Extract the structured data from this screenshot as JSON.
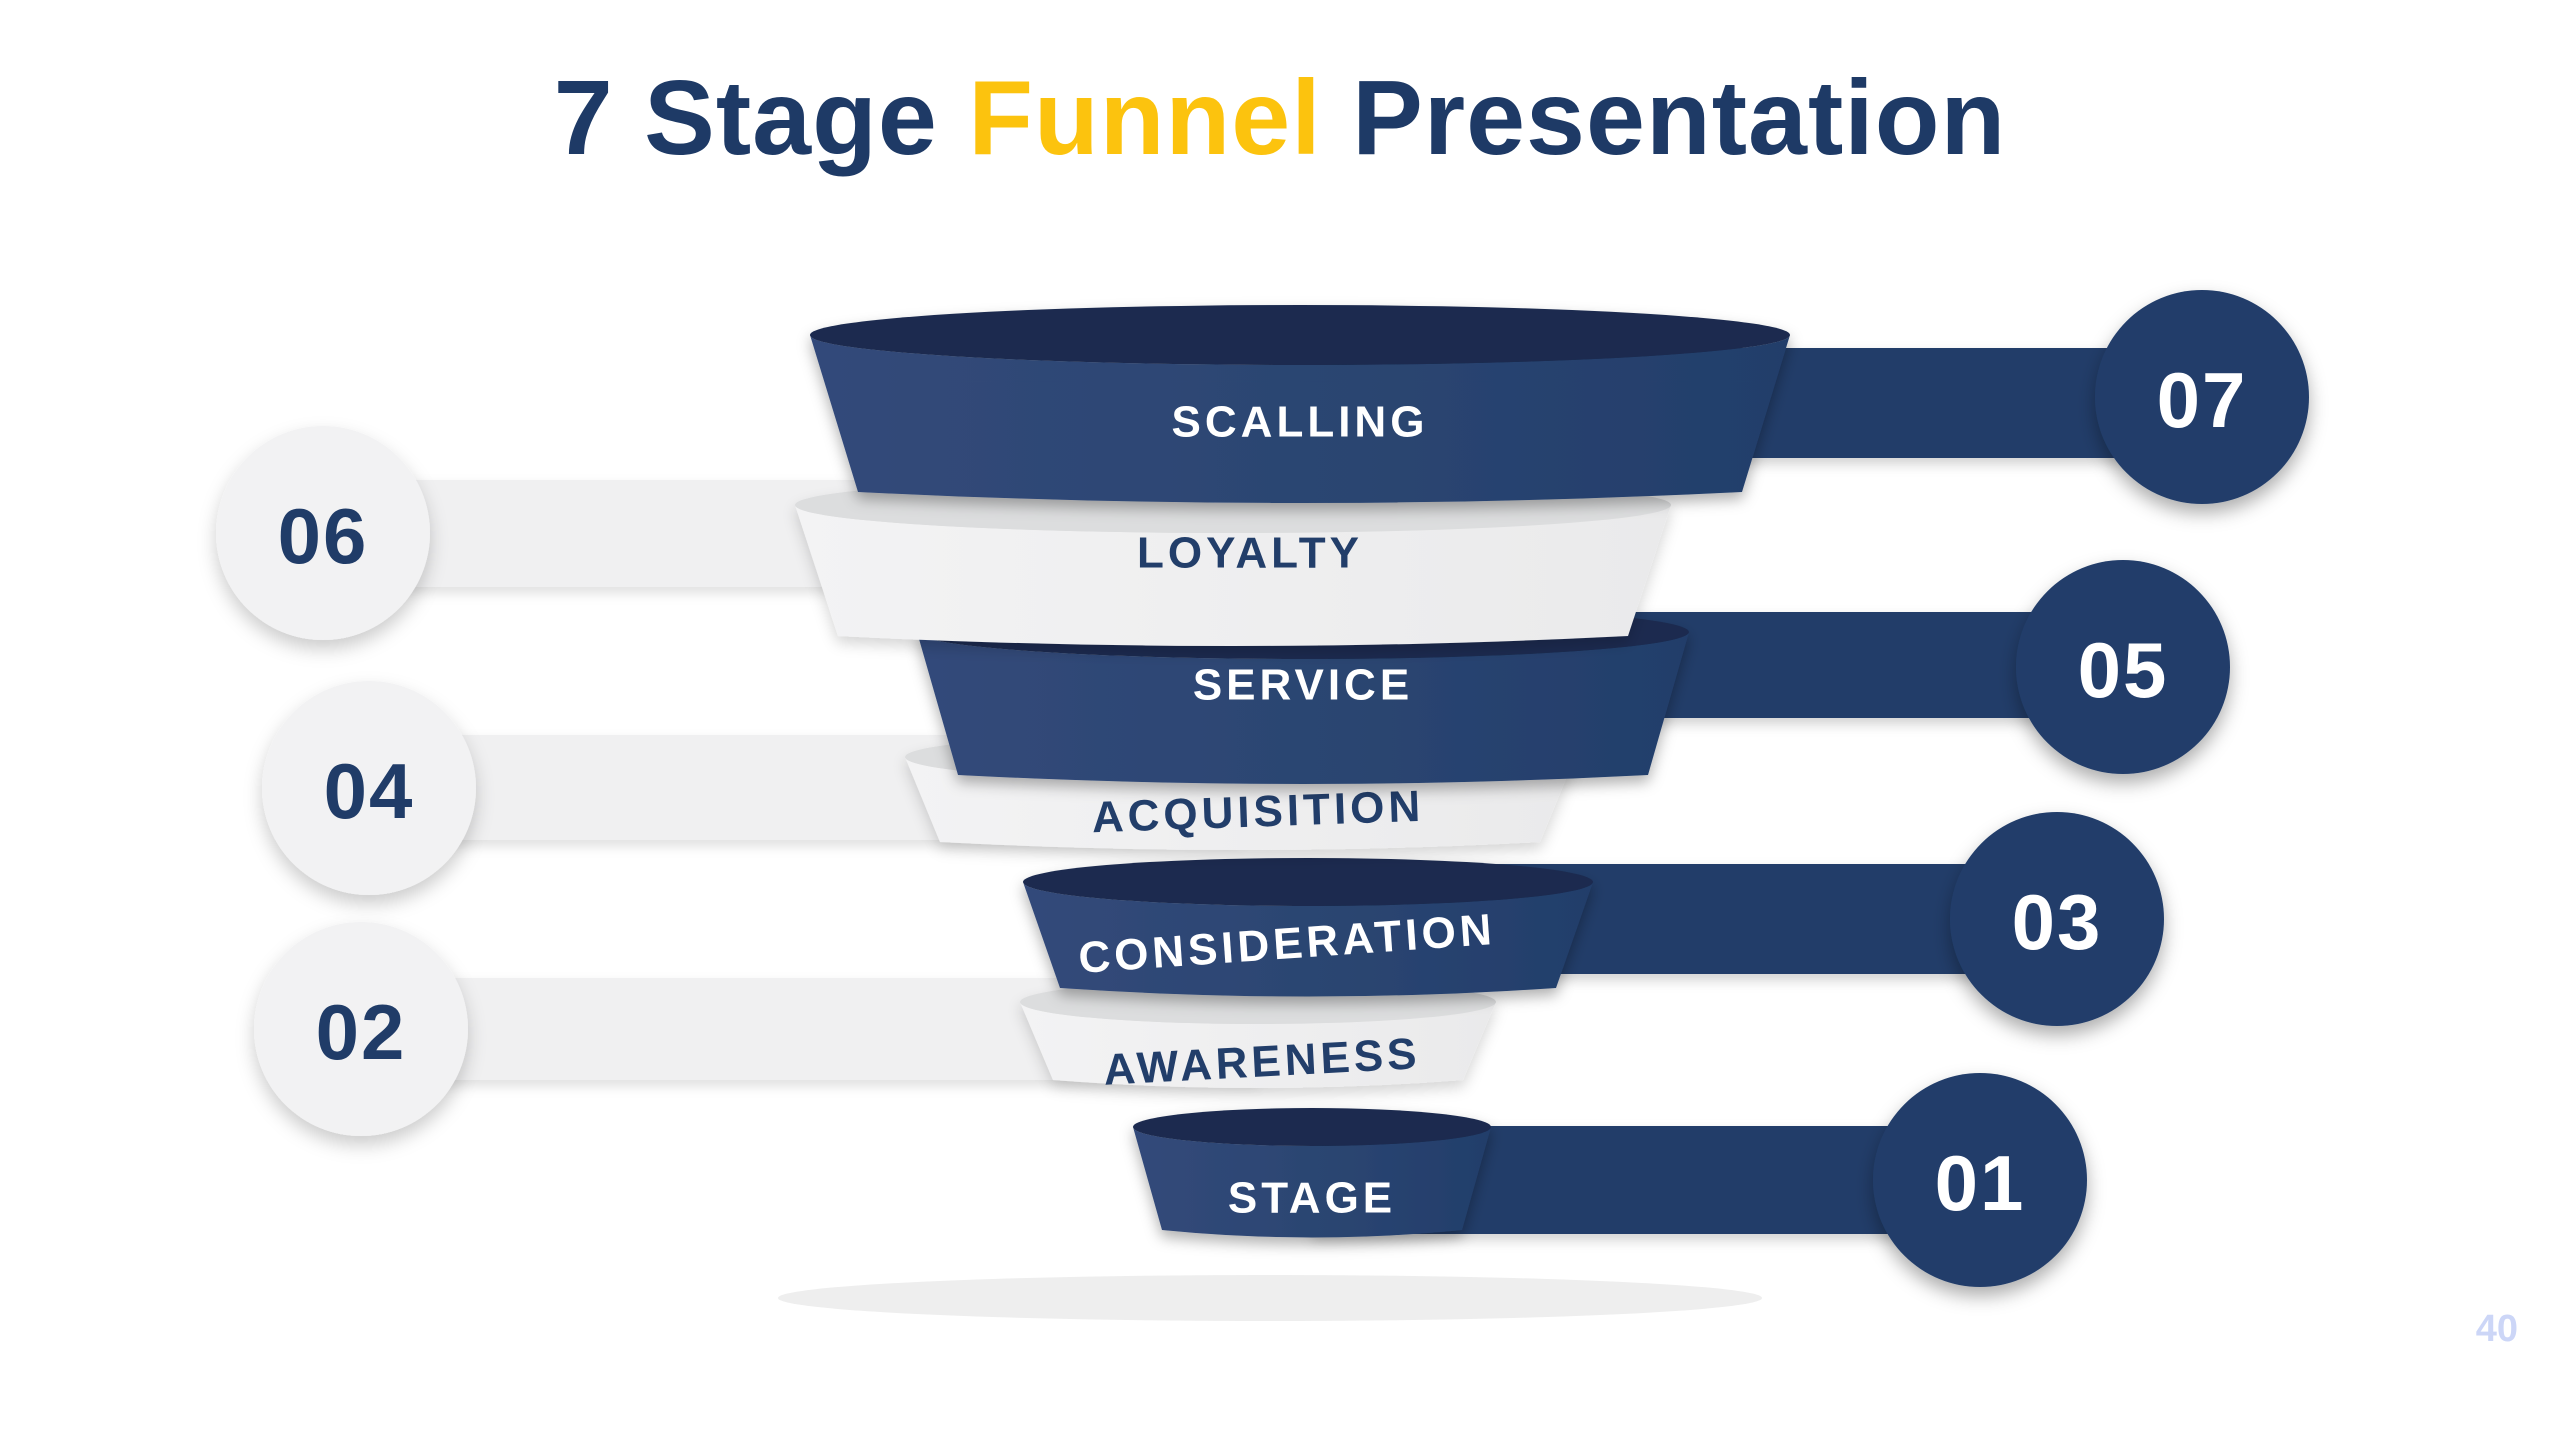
{
  "title": {
    "prefix": "7 Stage ",
    "highlight": "Funnel",
    "suffix": " Presentation"
  },
  "page_number": "40",
  "colors": {
    "navy_band": "#2b4571",
    "navy_rim": "#1b2c50",
    "navy_bar": "#223e69",
    "navy_circle": "#213e6a",
    "navy_text": "#1e3a66",
    "highlight_yellow": "#fcc30e",
    "light_band": "#efeff0",
    "light_rim": "#dcddde",
    "light_bar": "#f0f0f1",
    "light_circle": "#f2f2f3",
    "page_number_color": "#ccd6f7",
    "background": "#ffffff"
  },
  "funnel": {
    "stages": [
      {
        "label": "SCALLING",
        "number": "07",
        "side": "right",
        "theme": "navy"
      },
      {
        "label": "LOYALTY",
        "number": "06",
        "side": "left",
        "theme": "light"
      },
      {
        "label": "SERVICE",
        "number": "05",
        "side": "right",
        "theme": "navy"
      },
      {
        "label": "ACQUISITION",
        "number": "04",
        "side": "left",
        "theme": "light"
      },
      {
        "label": "CONSIDERATION",
        "number": "03",
        "side": "right",
        "theme": "navy"
      },
      {
        "label": "AWARENESS",
        "number": "02",
        "side": "left",
        "theme": "light"
      },
      {
        "label": "STAGE",
        "number": "01",
        "side": "right",
        "theme": "navy"
      }
    ]
  }
}
